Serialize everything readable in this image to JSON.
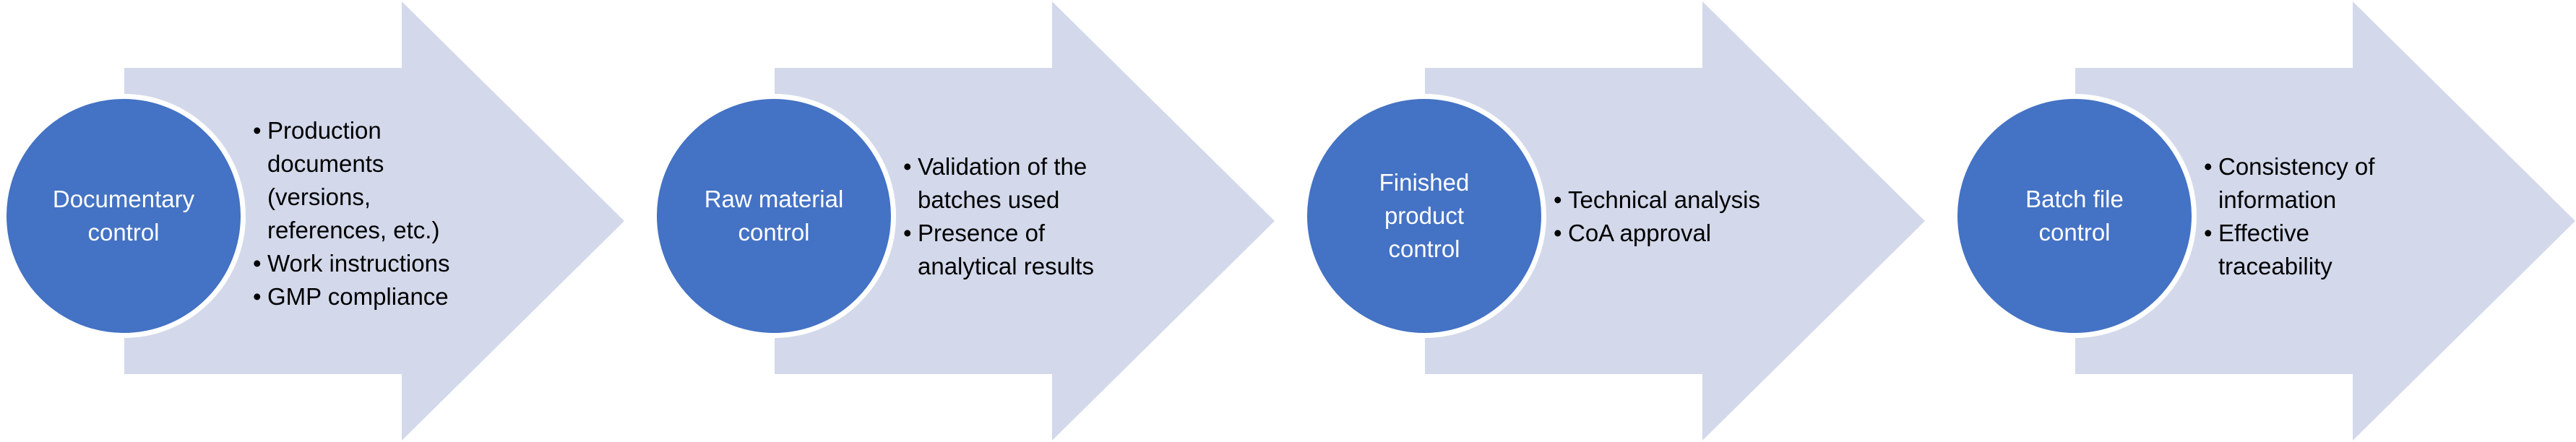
{
  "colors": {
    "arrow_fill": "#d3d9eb",
    "circle_fill": "#4472c4",
    "circle_text": "#ffffff",
    "bullet_text": "#000000"
  },
  "stages": [
    {
      "title": "Documentary\ncontrol",
      "bullets": [
        "Production\ndocuments\n(versions,\nreferences, etc.)",
        "Work instructions",
        "GMP compliance"
      ]
    },
    {
      "title": "Raw material\ncontrol",
      "bullets": [
        "Validation of the\nbatches used",
        "Presence of\nanalytical results"
      ]
    },
    {
      "title": "Finished\nproduct\ncontrol",
      "bullets": [
        "Technical analysis",
        "CoA approval"
      ]
    },
    {
      "title": "Batch file\ncontrol",
      "bullets": [
        "Consistency of\ninformation",
        "Effective\ntraceability"
      ]
    }
  ]
}
